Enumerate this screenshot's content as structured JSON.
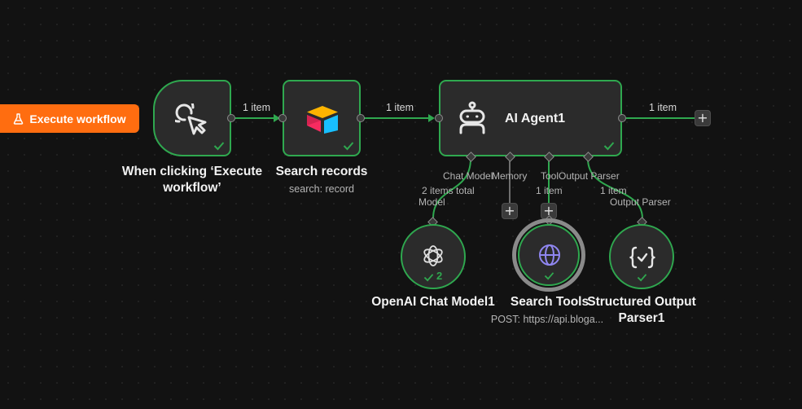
{
  "execute_button": {
    "label": "Execute workflow"
  },
  "connections": {
    "trigger_to_search": "1 item",
    "search_to_agent": "1 item",
    "agent_output": "1 item"
  },
  "nodes": {
    "trigger": {
      "title": "When clicking ‘Execute\nworkflow’"
    },
    "search_records": {
      "title": "Search records",
      "subtitle": "search: record"
    },
    "ai_agent": {
      "title": "AI Agent1"
    },
    "openai_chat_model": {
      "title": "OpenAI Chat Model1",
      "badge": "2",
      "port_label": "Model"
    },
    "search_tools": {
      "title": "Search Tools",
      "subtitle": "POST: https://api.bloga..."
    },
    "structured_output_parser": {
      "title": "Structured Output\nParser1",
      "port_label": "Output Parser"
    }
  },
  "agent_ports": {
    "chat_model": {
      "label": "Chat Model",
      "count": "2 items total"
    },
    "memory": {
      "label": "Memory"
    },
    "tool": {
      "label": "Tool",
      "count": "1 item"
    },
    "output_parser": {
      "label": "Output Parser",
      "count": "1 item"
    }
  },
  "colors": {
    "canvas": "#121212",
    "node_bg": "#2b2b2b",
    "success": "#2fa84f",
    "accent": "#ff6d10",
    "globe": "#8f86f0"
  },
  "icons": {
    "execute": "flask-icon",
    "trigger": "cursor-click-icon",
    "search_records": "airtable-logo",
    "ai_agent": "robot-icon",
    "openai": "openai-logo",
    "search_tools": "globe-icon",
    "output_parser": "braces-check-icon",
    "success": "check-icon",
    "add": "plus-icon"
  }
}
